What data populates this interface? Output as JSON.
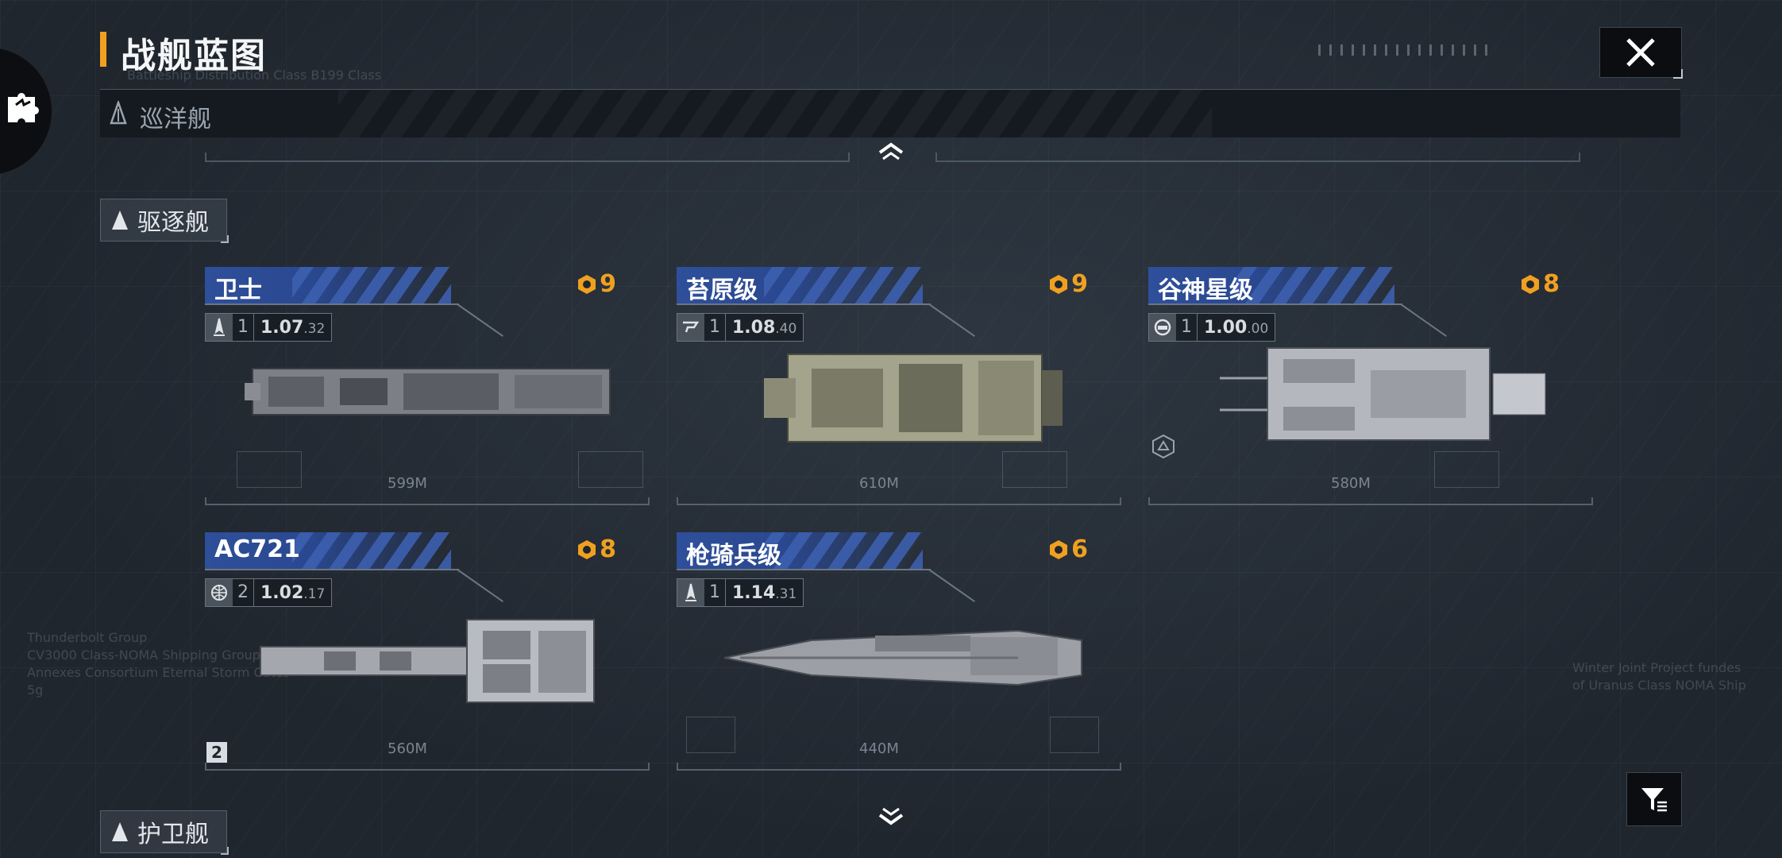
{
  "header": {
    "title": "战舰蓝图",
    "accent_color": "#f0a020"
  },
  "cruiser_section": {
    "label": "巡洋舰",
    "icon": "ship-class-icon"
  },
  "categories": [
    {
      "label": "驱逐舰",
      "icon": "ship-class-icon"
    },
    {
      "label": "护卫舰",
      "icon": "ship-class-icon"
    }
  ],
  "ships": [
    {
      "name": "卫士",
      "rank": "9",
      "type_icon": "missile-icon",
      "level": "1",
      "power_main": "1.07",
      "power_sub": ".32",
      "length": "599M"
    },
    {
      "name": "苔原级",
      "rank": "9",
      "type_icon": "engine-icon",
      "level": "1",
      "power_main": "1.08",
      "power_sub": ".40",
      "length": "610M"
    },
    {
      "name": "谷神星级",
      "rank": "8",
      "type_icon": "shield-icon",
      "level": "1",
      "power_main": "1.00",
      "power_sub": ".00",
      "length": "580M"
    },
    {
      "name": "AC721",
      "rank": "8",
      "type_icon": "globe-icon",
      "level": "2",
      "power_main": "1.02",
      "power_sub": ".17",
      "length": "560M"
    },
    {
      "name": "枪骑兵级",
      "rank": "6",
      "type_icon": "missile-icon",
      "level": "1",
      "power_main": "1.14",
      "power_sub": ".31",
      "length": "440M"
    }
  ],
  "background_text": {
    "left_block": [
      "Thunderbolt Group",
      "CV3000 Class-NOMA Shipping Group AS",
      "Annexes Consortium Eternal Storm Cates",
      "5g"
    ],
    "right_block": [
      "Winter Joint Project fundes",
      "of Uranus Class NOMA Ship"
    ],
    "top_faint": "Battleship Distribution Class B199 Class"
  }
}
